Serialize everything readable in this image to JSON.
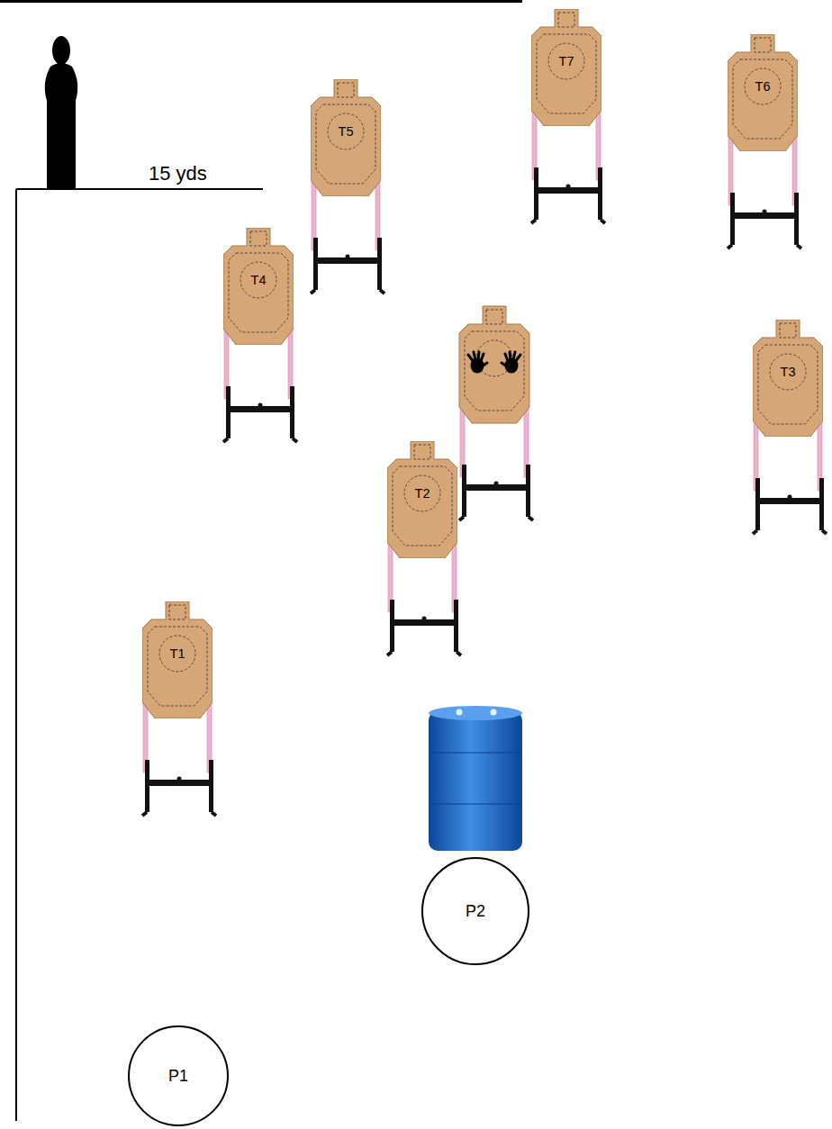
{
  "diagram": {
    "nodes": [
      {
        "text": [
          "T7"
        ]
      },
      {
        "text": [
          "T6"
        ]
      },
      {
        "text": [
          "T5"
        ]
      },
      {
        "text": [
          "T4"
        ]
      },
      {
        "text": [
          "T3"
        ]
      },
      {
        "text": [
          "T2"
        ]
      },
      {
        "text": [
          "P2"
        ]
      },
      {
        "text": [
          "T1"
        ]
      },
      {
        "text": [
          "P1"
        ]
      }
    ],
    "labels": [
      "15 yds"
    ]
  }
}
